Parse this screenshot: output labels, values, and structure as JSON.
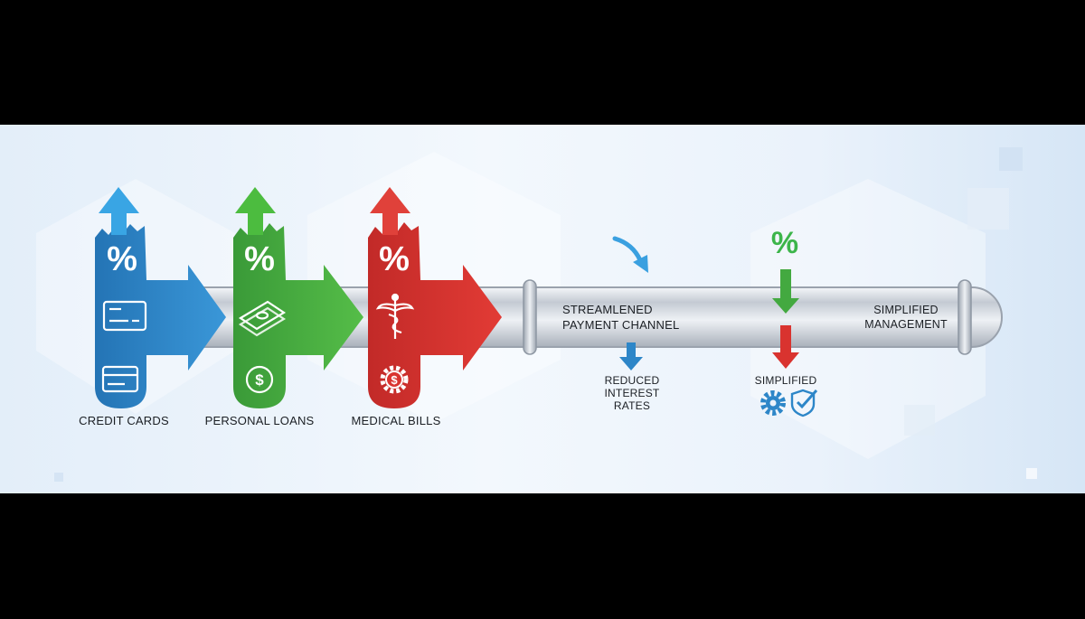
{
  "sources": [
    {
      "label": "CREDIT CARDS",
      "symbol": "%",
      "color": "#2d86c8",
      "icons": [
        "credit-card-icon",
        "card-icon"
      ]
    },
    {
      "label": "PERSONAL LOANS",
      "symbol": "%",
      "color": "#43a940",
      "icons": [
        "cash-stack-icon",
        "dollar-coin-icon"
      ]
    },
    {
      "label": "MEDICAL BILLS",
      "symbol": "%",
      "color": "#d9332f",
      "icons": [
        "caduceus-icon",
        "dollar-gear-icon"
      ]
    }
  ],
  "channel": {
    "line1": "STREAMLENED",
    "line2": "PAYMENT CHANNEL"
  },
  "reduced": {
    "line1": "REDUCED",
    "line2": "INTEREST",
    "line3": "RATES"
  },
  "simplified": {
    "symbol": "%",
    "label": "SIMPLIFIED",
    "icons": [
      "gear-icon",
      "shield-check-icon"
    ]
  },
  "management": {
    "line1": "SIMPLIFIED",
    "line2": "MANAGEMENT"
  },
  "colors": {
    "blue": "#2d86c8",
    "green": "#43a940",
    "red": "#d9332f",
    "pipe": "#c9ced6"
  }
}
